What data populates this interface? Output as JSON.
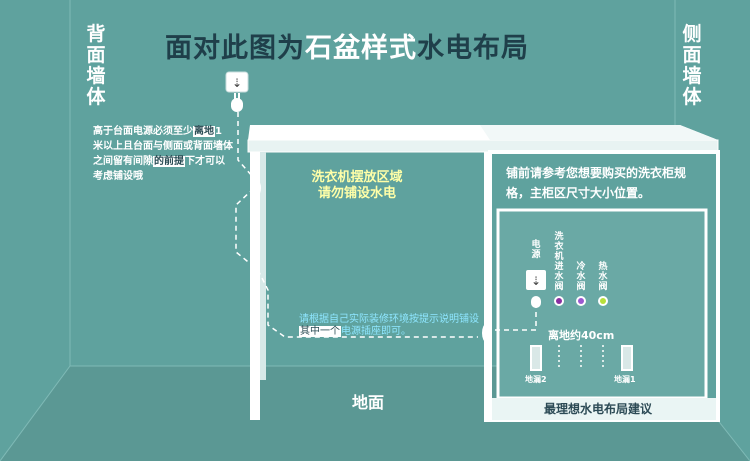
{
  "title": {
    "part1": "面对此图为",
    "part2": "石盆样式",
    "part3": "水电布局"
  },
  "wall_back_label": "背面墙体",
  "wall_side_label": "侧面墙体",
  "note_left": {
    "text_a": "高于台面电源必须至少",
    "hl_a": "离地",
    "text_b": "1 米以上且台面与侧面或背面墙体之间留有间隙",
    "hl_b": "的前提",
    "text_c": "下才可以考虑铺设哦"
  },
  "washer_area": {
    "line1": "洗衣机摆放区域",
    "line2": "请勿铺设水电"
  },
  "cabinet_note": "铺前请参考您想要购买的洗衣柜规格，主柜区尺寸大小位置。",
  "install_note": {
    "text_a": "请根据自己实际装修环境按提示说明铺设",
    "hl": "其中一个",
    "text_b": "电源插座即可。"
  },
  "floor_label": "地面",
  "bottom_title": "最理想水电布局建议",
  "fixtures": {
    "power": "电源",
    "washer_inlet": "洗衣机进水阀",
    "cold": "冷水阀",
    "hot": "热水阀"
  },
  "distance_label": "离地约40cm",
  "drain2": "地漏2",
  "drain1": "地漏1",
  "colors": {
    "background": "#5fa29e",
    "cabinet_fill": "#6aa9a5",
    "washer_valve": "#8a2fa1",
    "cold_valve": "#9b59d0",
    "hot_valve": "#b7e03a",
    "install_text": "#8ee6ff",
    "washer_text": "#ffffa8"
  }
}
